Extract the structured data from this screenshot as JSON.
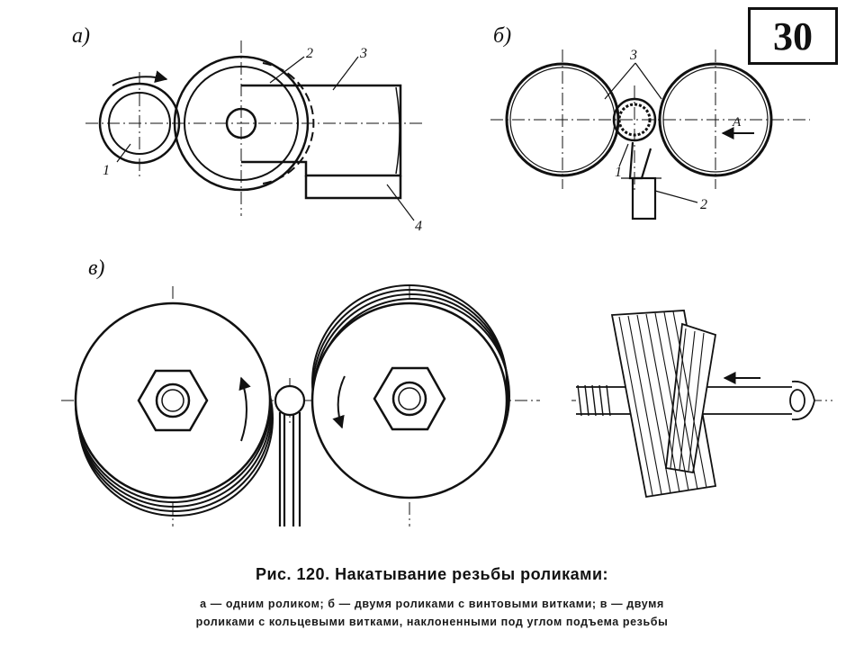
{
  "page_number": "30",
  "panels": {
    "a": {
      "label": "а)",
      "numbers": [
        "1",
        "2",
        "3",
        "4"
      ]
    },
    "b": {
      "label": "б)",
      "numbers": [
        "3",
        "2",
        "1"
      ],
      "arrow_label": "A"
    },
    "v": {
      "label": "в)"
    }
  },
  "caption": {
    "title": "Рис. 120. Накатывание резьбы роликами:",
    "line1": "а — одним роликом; б — двумя роликами с винтовыми витками; в — двумя",
    "line2": "роликами с кольцевыми витками, наклоненными под углом подъема резьбы"
  }
}
